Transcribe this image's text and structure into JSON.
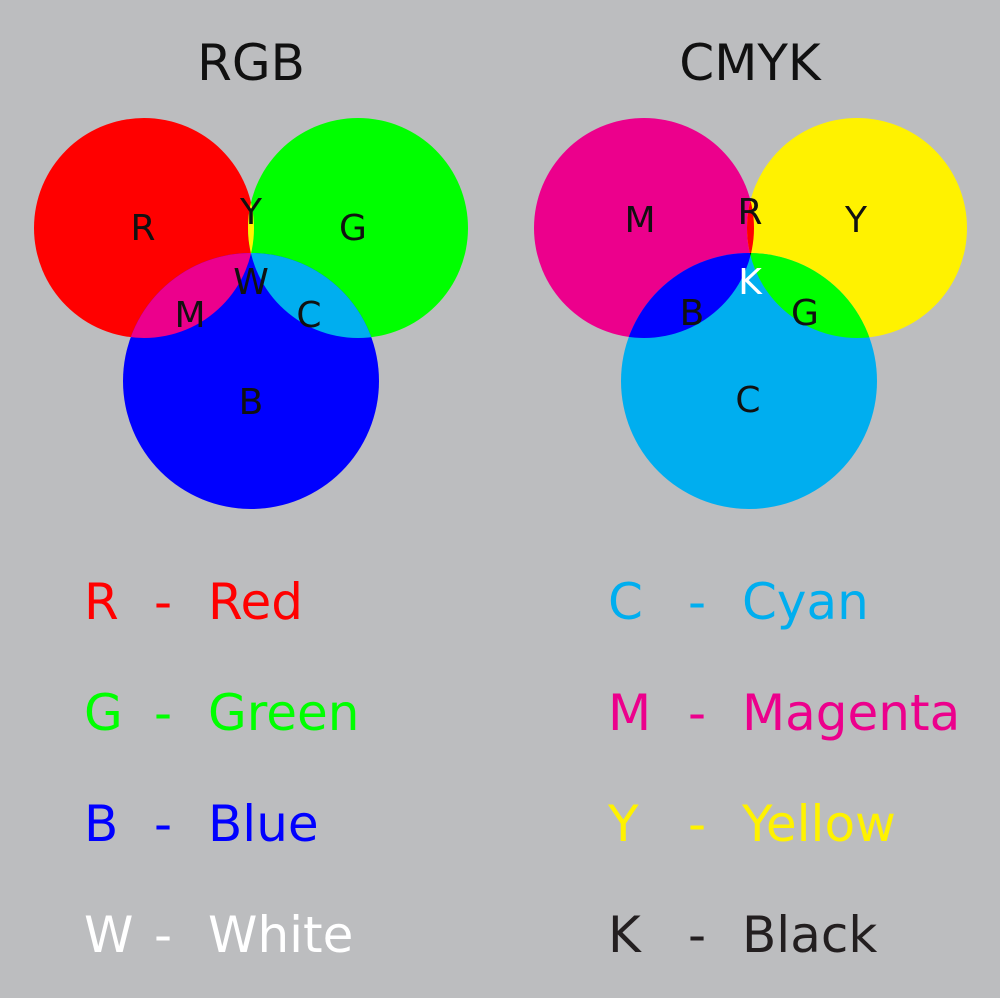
{
  "colors": {
    "background": "#bcbdbf",
    "red": "#ff0000",
    "green": "#00ff00",
    "blue": "#0000ff",
    "cyan": "#00aeef",
    "magenta": "#ec008c",
    "yellow": "#fff200",
    "white": "#ffffff",
    "black": "#000000",
    "text_dark": "#111111",
    "text_black_legend": "#231f20"
  },
  "rgb": {
    "title": "RGB",
    "regions": {
      "red": "R",
      "green": "G",
      "blue": "B",
      "yellow": "Y",
      "magenta": "M",
      "cyan": "C",
      "white": "W"
    },
    "legend": [
      {
        "letter": "R",
        "dash": "-",
        "name": "Red",
        "color": "#ff0000"
      },
      {
        "letter": "G",
        "dash": "-",
        "name": "Green",
        "color": "#00ff00"
      },
      {
        "letter": "B",
        "dash": "-",
        "name": "Blue",
        "color": "#0000ff"
      },
      {
        "letter": "W",
        "dash": "-",
        "name": "White",
        "color": "#ffffff"
      }
    ]
  },
  "cmyk": {
    "title": "CMYK",
    "regions": {
      "magenta": "M",
      "yellow": "Y",
      "cyan": "C",
      "red": "R",
      "blue": "B",
      "green": "G",
      "black": "K"
    },
    "legend": [
      {
        "letter": "C",
        "dash": "-",
        "name": "Cyan",
        "color": "#00aeef"
      },
      {
        "letter": "M",
        "dash": "-",
        "name": "Magenta",
        "color": "#ec008c"
      },
      {
        "letter": "Y",
        "dash": "-",
        "name": "Yellow",
        "color": "#fff200"
      },
      {
        "letter": "K",
        "dash": "-",
        "name": "Black",
        "color": "#231f20"
      }
    ]
  }
}
